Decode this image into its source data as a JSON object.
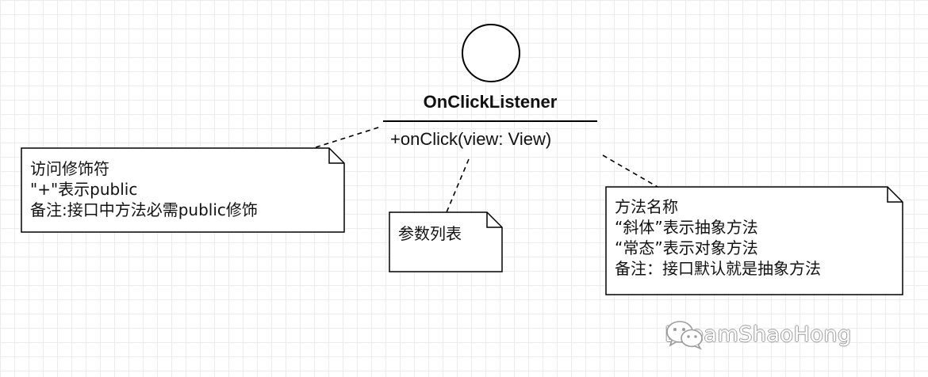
{
  "interface": {
    "name": "OnClickListener",
    "method": "+onClick(view: View)"
  },
  "notes": {
    "access": {
      "lines": [
        "访问修饰符",
        "\"+\"表示public",
        "备注:接口中方法必需public修饰"
      ]
    },
    "params": {
      "lines": [
        "参数列表"
      ]
    },
    "method_name": {
      "lines": [
        "方法名称",
        "“斜体”表示抽象方法",
        "“常态”表示对象方法",
        "备注：接口默认就是抽象方法"
      ]
    }
  },
  "watermark": {
    "text": "DreamShaoHong",
    "icon": "wechat-icon"
  }
}
